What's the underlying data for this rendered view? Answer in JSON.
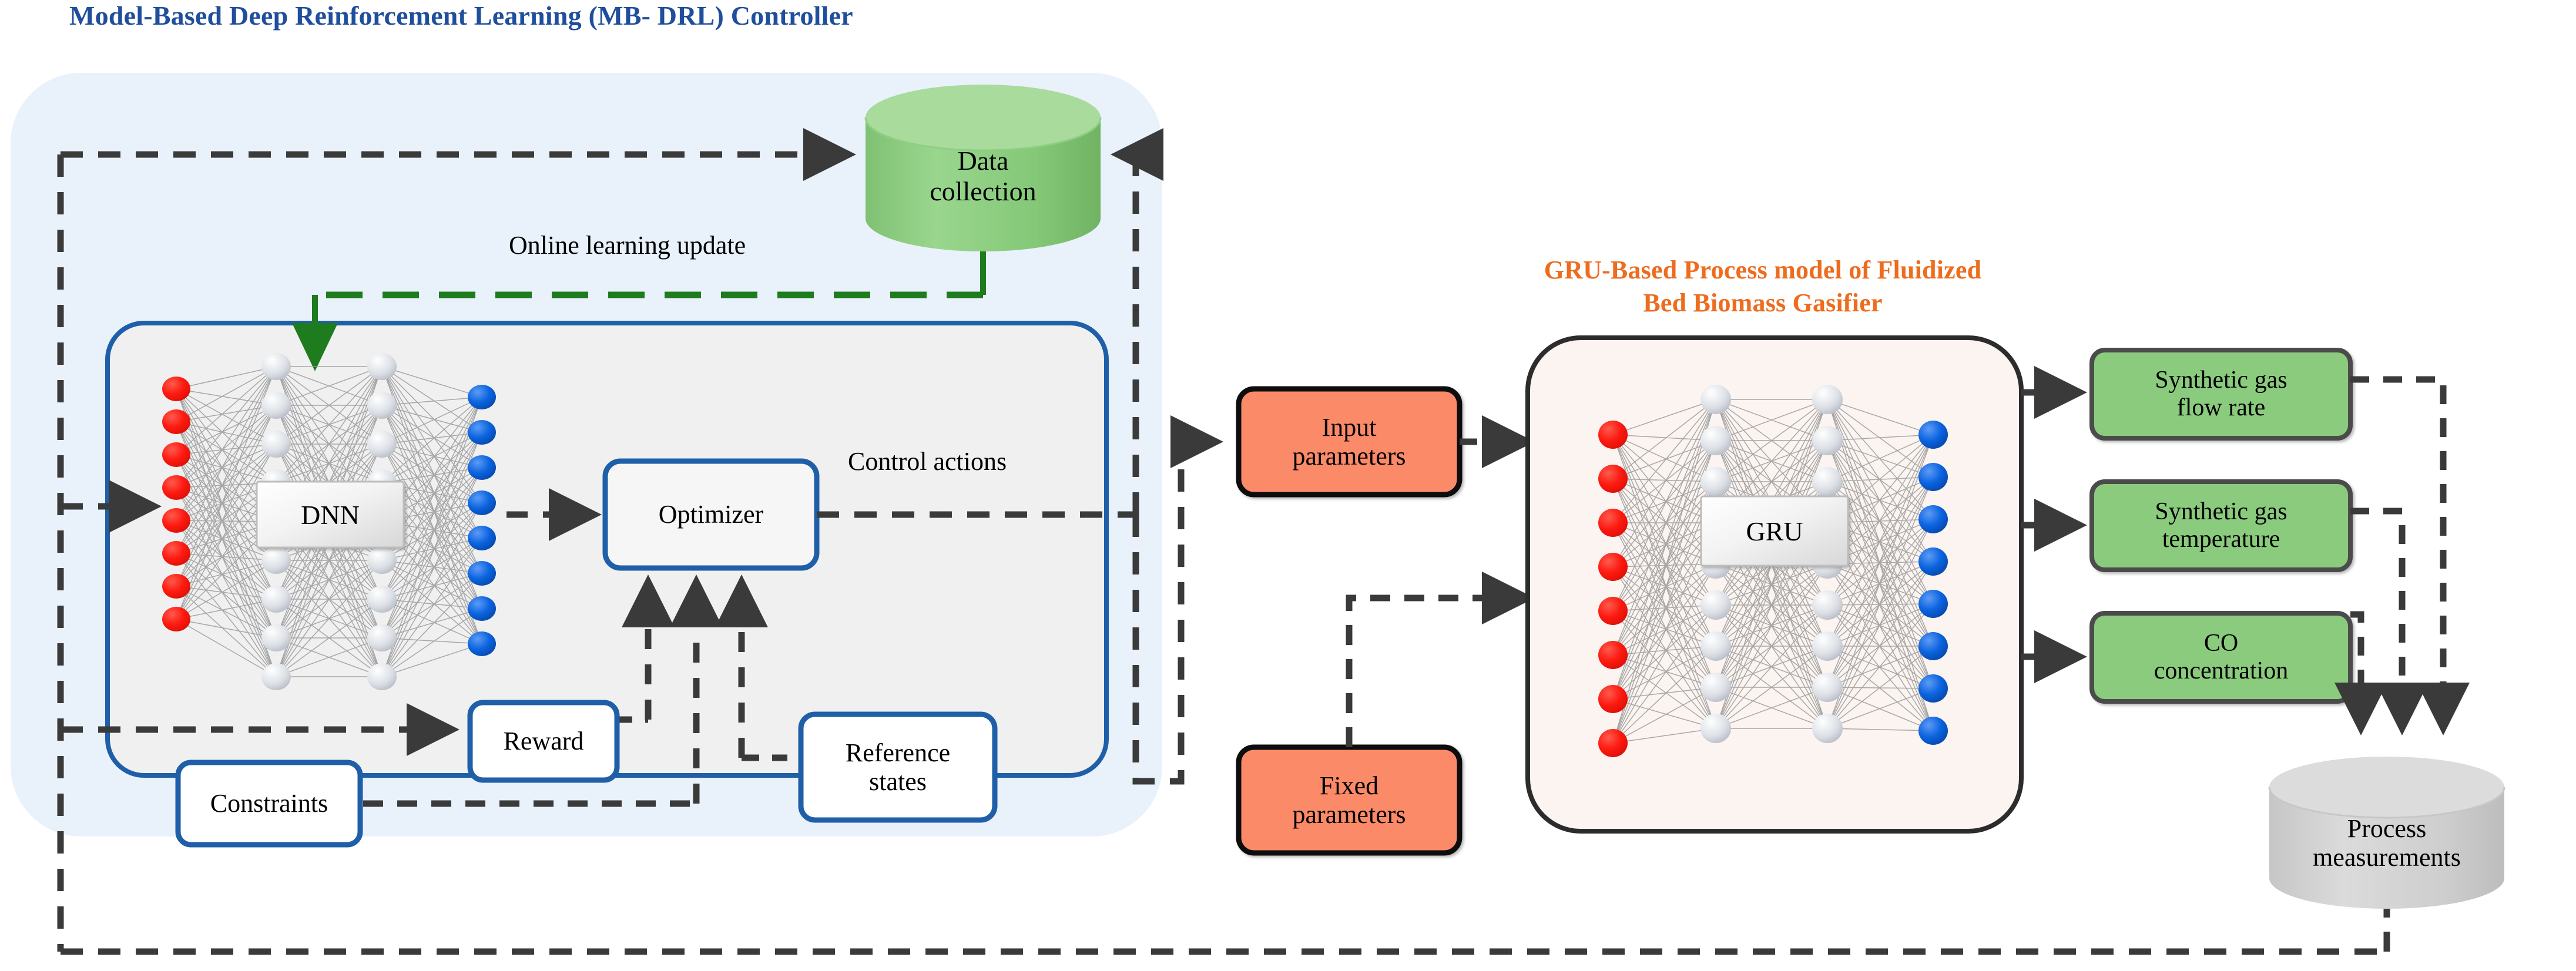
{
  "titles": {
    "controller": "Model-Based Deep Reinforcement Learning (MB- DRL) Controller",
    "gru_model_line1": "GRU-Based Process model of Fluidized",
    "gru_model_line2": "Bed Biomass Gasifier"
  },
  "nodes": {
    "data_collection": "Data\ncollection",
    "data_collection_l1": "Data",
    "data_collection_l2": "collection",
    "dnn_label": "DNN",
    "gru_label": "GRU",
    "optimizer": "Optimizer",
    "reward": "Reward",
    "constraints": "Constraints",
    "reference_states_l1": "Reference",
    "reference_states_l2": "states",
    "input_parameters_l1": "Input",
    "input_parameters_l2": "parameters",
    "fixed_parameters_l1": "Fixed",
    "fixed_parameters_l2": "parameters",
    "syngas_flow_l1": "Synthetic gas",
    "syngas_flow_l2": "flow rate",
    "syngas_temp_l1": "Synthetic gas",
    "syngas_temp_l2": "temperature",
    "co_conc_l1": "CO",
    "co_conc_l2": "concentration",
    "process_meas_l1": "Process",
    "process_meas_l2": "measurements"
  },
  "edge_labels": {
    "online_learning_update": "Online learning update",
    "control_actions": "Control actions"
  },
  "colors": {
    "title_blue": "#1F4E9C",
    "title_orange": "#ED6C1D",
    "panel_blue_fill": "#E9F1FB",
    "inner_panel_fill": "#F0F0F0",
    "inner_panel_stroke": "#1F5FA8",
    "box_stroke_blue": "#1F5FA8",
    "cylinder_green": "#84C878",
    "cylinder_green_top": "#A9DB9C",
    "cylinder_gray": "#CFCFCF",
    "cylinder_gray_top": "#DCDCDC",
    "salmon": "#FB8A69",
    "output_green": "#8BCB7E",
    "output_green_stroke": "#4B4B4B",
    "dash_dark": "#3A3A3A",
    "green_dash": "#1E7B1E",
    "node_red": "#FE1A10",
    "node_blue": "#0B64E0",
    "node_hidden": "#D8DCE3",
    "gru_panel_fill": "#FBF4F1",
    "gru_panel_stroke": "#2C2C2C"
  }
}
